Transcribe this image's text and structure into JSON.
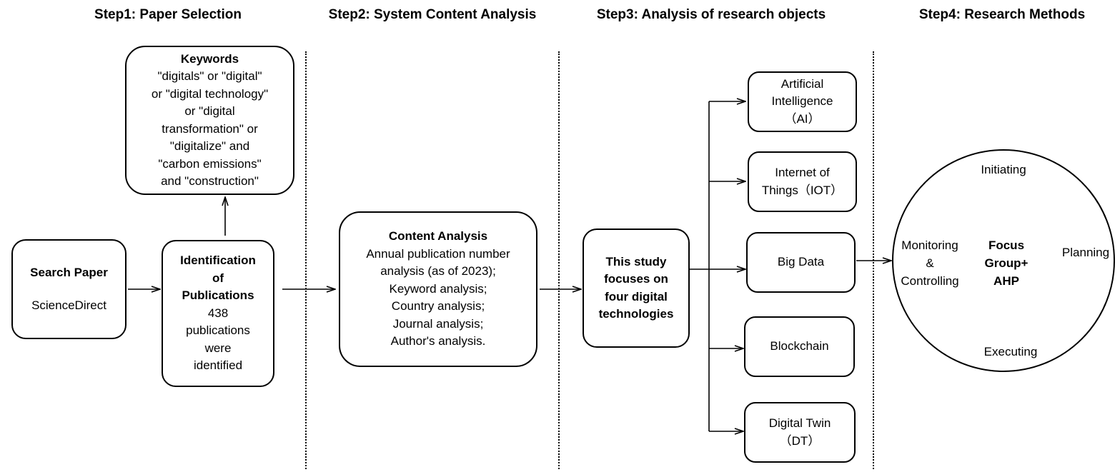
{
  "steps": [
    "Step1: Paper Selection",
    "Step2: System Content Analysis",
    "Step3: Analysis of research objects",
    "Step4: Research Methods"
  ],
  "keywords": {
    "title": "Keywords",
    "lines": [
      "\"digitals\" or \"digital\"",
      "or \"digital technology\"",
      "or \"digital",
      "transformation\" or",
      "\"digitalize\" and",
      "\"carbon emissions\"",
      "and \"construction\""
    ]
  },
  "search_paper": {
    "title": "Search Paper",
    "source": "ScienceDirect"
  },
  "identification": {
    "title_lines": [
      "Identification",
      "of",
      "Publications"
    ],
    "body_lines": [
      "438",
      "publications",
      "were",
      "identified"
    ]
  },
  "content_analysis": {
    "title": "Content Analysis",
    "lines": [
      "Annual publication number",
      "analysis (as of 2023);",
      "Keyword analysis;",
      "Country analysis;",
      "Journal analysis;",
      "Author's analysis."
    ]
  },
  "focus_box": {
    "lines": [
      "This study",
      "focuses on",
      "four digital",
      "technologies"
    ]
  },
  "technologies": [
    {
      "lines": [
        "Artificial",
        "Intelligence",
        "（AI）"
      ]
    },
    {
      "lines": [
        "Internet of",
        "Things（IOT）"
      ]
    },
    {
      "lines": [
        "Big Data"
      ]
    },
    {
      "lines": [
        "Blockchain"
      ]
    },
    {
      "lines": [
        "Digital Twin",
        "（DT）"
      ]
    }
  ],
  "research_methods": {
    "initiating": "Initiating",
    "planning": "Planning",
    "executing": "Executing",
    "monitoring_lines": [
      "Monitoring",
      "&",
      "Controlling"
    ],
    "center_lines": [
      "Focus",
      "Group+",
      "AHP"
    ]
  }
}
